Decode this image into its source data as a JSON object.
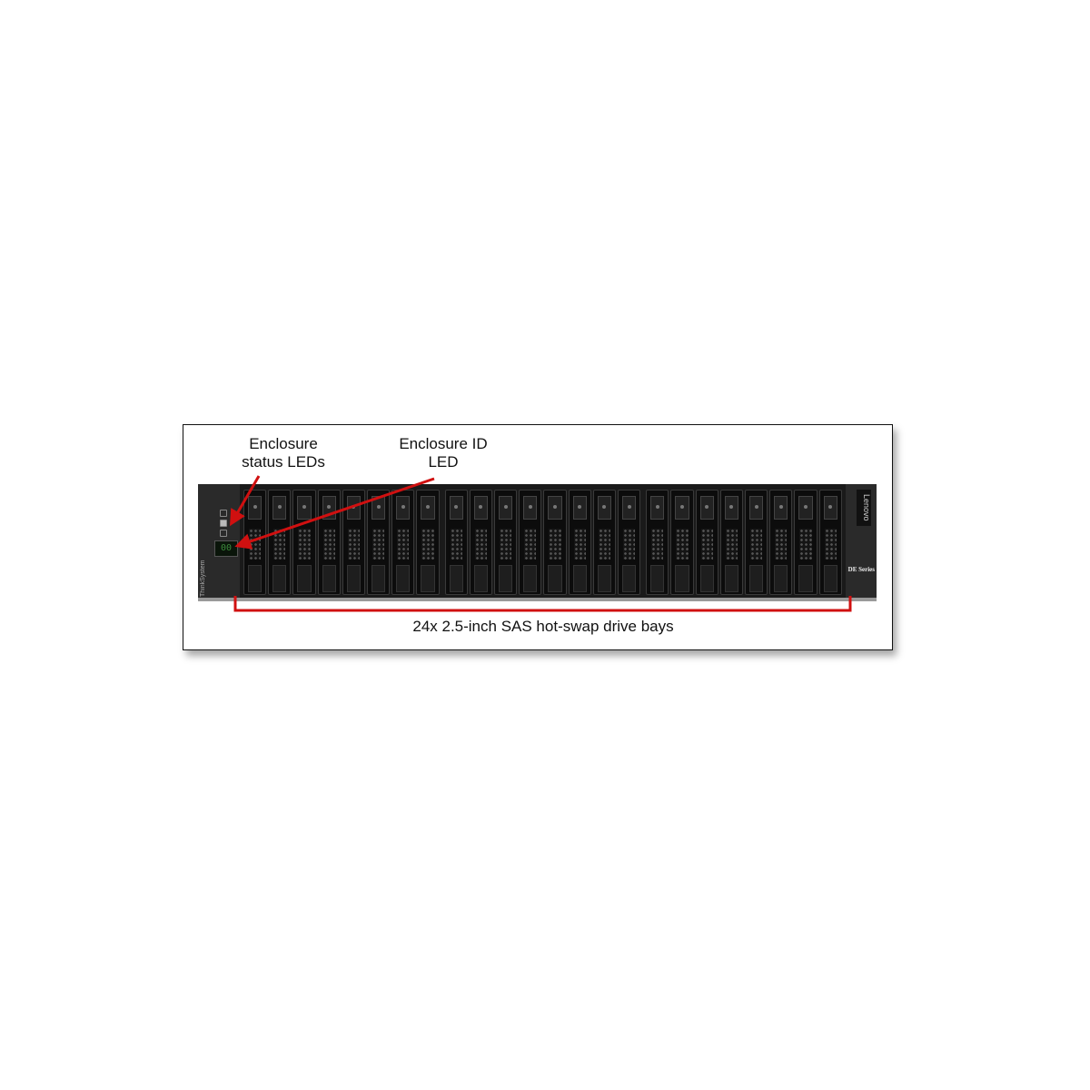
{
  "callouts": {
    "status_leds_line1": "Enclosure",
    "status_leds_line2": "status LEDs",
    "id_led_line1": "Enclosure ID",
    "id_led_line2": "LED",
    "drive_bays": "24x 2.5-inch SAS hot-swap drive bays"
  },
  "device": {
    "id_display": "00",
    "left_ear_brand": "ThinkSystem",
    "right_ear_brand": "Lenovo",
    "series": "DE Series",
    "bay_count": 24
  },
  "colors": {
    "annotation": "#d01010",
    "chassis": "#1a1a1a"
  }
}
